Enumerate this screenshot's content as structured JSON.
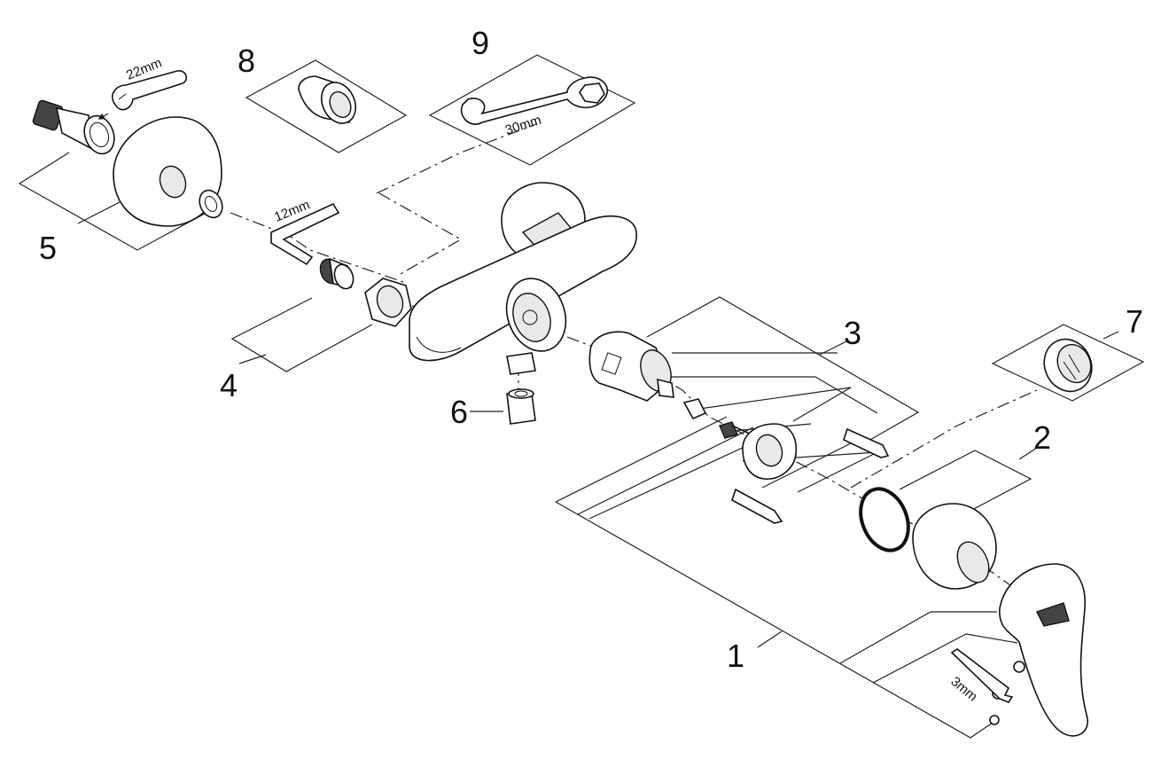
{
  "labels": {
    "p1": "1",
    "p2": "2",
    "p3": "3",
    "p4": "4",
    "p5": "5",
    "p6": "6",
    "p7": "7",
    "p8": "8",
    "p9": "9"
  },
  "dimensions": {
    "wrench_22": "22mm",
    "wrench_30": "30mm",
    "hex_12": "12mm",
    "hex_3": "3mm"
  }
}
